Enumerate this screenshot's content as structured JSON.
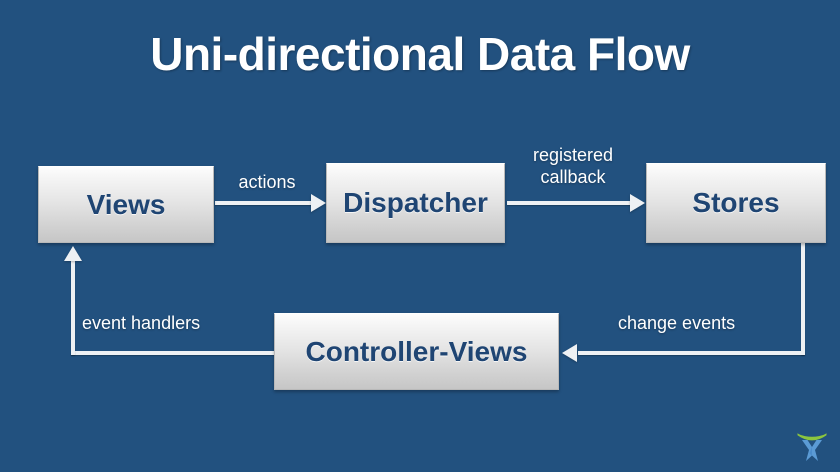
{
  "slide": {
    "title": "Uni-directional Data Flow",
    "background_color": "#22517f",
    "title_color": "#ffffff"
  },
  "theme": {
    "node_text_color": "#1f4573",
    "node_fill_top": "#fdfdfd",
    "node_fill_bottom": "#c6c6c6",
    "arrow_color": "#eef1f4",
    "label_color": "#ffffff",
    "logo_arc_color": "#8cc63e",
    "logo_figure_color": "#5b9bd5"
  },
  "diagram": {
    "type": "flow",
    "nodes": [
      {
        "id": "views",
        "label": "Views"
      },
      {
        "id": "dispatcher",
        "label": "Dispatcher"
      },
      {
        "id": "stores",
        "label": "Stores"
      },
      {
        "id": "controller-views",
        "label": "Controller-Views"
      }
    ],
    "edges": [
      {
        "from": "views",
        "to": "dispatcher",
        "label": "actions",
        "direction": "right"
      },
      {
        "from": "dispatcher",
        "to": "stores",
        "label": "registered\ncallback",
        "direction": "right"
      },
      {
        "from": "stores",
        "to": "controller-views",
        "label": "change events",
        "direction": "down-left"
      },
      {
        "from": "controller-views",
        "to": "views",
        "label": "event handlers",
        "direction": "left-up"
      }
    ]
  },
  "logo": {
    "name": "brand-logo"
  }
}
